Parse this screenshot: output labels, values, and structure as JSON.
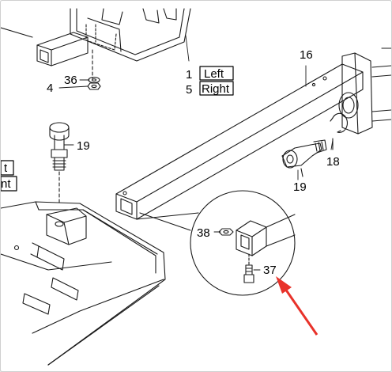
{
  "parts": {
    "p1": "1",
    "p5": "5",
    "left": "Left",
    "right": "Right",
    "p4": "4",
    "p36": "36",
    "p16": "16",
    "p19a": "19",
    "p19b": "19",
    "p18": "18",
    "p38": "38",
    "p37": "37",
    "cut_top": "t",
    "cut_bottom": "nt"
  },
  "colors": {
    "line": "#1a1a1a",
    "arrow": "#e8322a"
  }
}
